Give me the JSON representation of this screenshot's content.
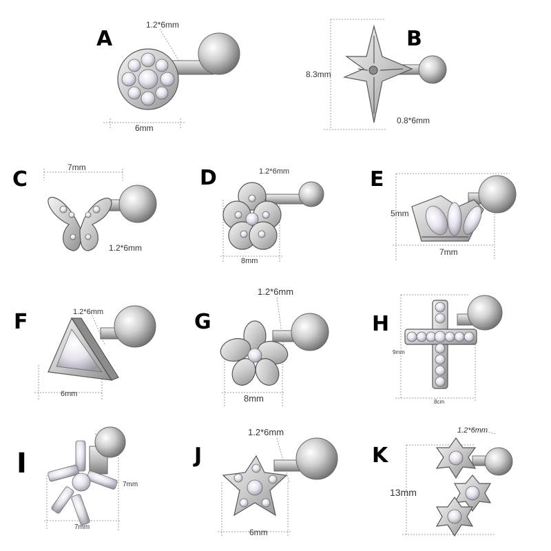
{
  "items": [
    {
      "letter": "A",
      "dims": [
        "1.2*6mm",
        "6mm"
      ]
    },
    {
      "letter": "B",
      "dims": [
        "8.3mm",
        "0.8*6mm"
      ]
    },
    {
      "letter": "C",
      "dims": [
        "7mm",
        "1.2*6mm"
      ]
    },
    {
      "letter": "D",
      "dims": [
        "1.2*6mm",
        "8mm"
      ]
    },
    {
      "letter": "E",
      "dims": [
        "5mm",
        "7mm"
      ]
    },
    {
      "letter": "F",
      "dims": [
        "1.2*6mm",
        "6mm"
      ]
    },
    {
      "letter": "G",
      "dims": [
        "1.2*6mm",
        "8mm"
      ]
    },
    {
      "letter": "H",
      "dims": [
        "9mm",
        "8cm"
      ]
    },
    {
      "letter": "I",
      "dims": [
        "7mm",
        "7mm"
      ]
    },
    {
      "letter": "J",
      "dims": [
        "1.2*6mm",
        "6mm"
      ]
    },
    {
      "letter": "K",
      "dims": [
        "1.2*6mm",
        "13mm"
      ]
    }
  ]
}
